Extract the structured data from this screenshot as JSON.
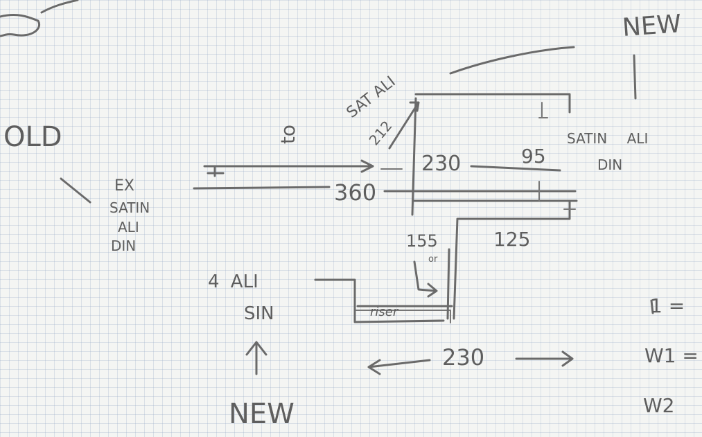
{
  "labels": {
    "new_top": "NEW",
    "old": "OLD",
    "ex_satin": "EX",
    "satin1": "SATIN",
    "ali1": "ALI",
    "din1": "DIN",
    "to": "to",
    "sat_ali": "SAT ALI",
    "dim_212": "212",
    "dim_230_top": "230",
    "dim_95": "95",
    "satin_ali_right": "SATIN ALI",
    "din_right": "DIN",
    "dim_360": "360",
    "dim_155": "155",
    "or": "or",
    "dim_125": "125",
    "four_ali": "4 ALI",
    "sin": "SIN",
    "riser": "riser",
    "dim_230_bottom": "230",
    "new_bottom": "NEW",
    "legend_1": "1 =",
    "legend_w1": "W1 =",
    "legend_w2": "W2"
  }
}
